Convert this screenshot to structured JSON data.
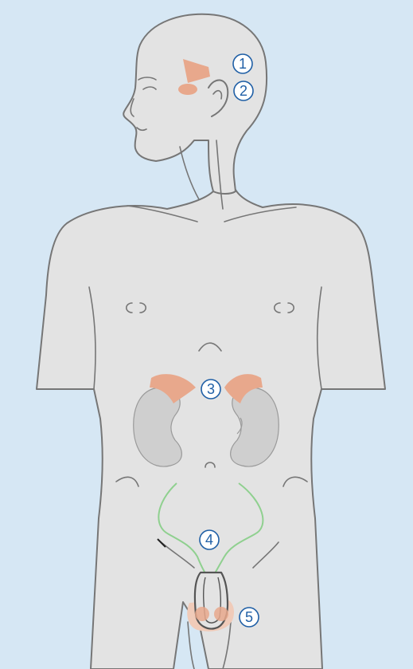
{
  "diagram": {
    "colors": {
      "background": "#d6e7f4",
      "body_fill": "#e3e3e3",
      "outline": "#767676",
      "gland": "#e8a88c",
      "kidney": "#cfcfcf",
      "duct": "#8fd08f",
      "marker": "#1f5fa6"
    },
    "markers": [
      {
        "id": "1",
        "label": "1",
        "organ": "hypothalamus"
      },
      {
        "id": "2",
        "label": "2",
        "organ": "pituitary-gland"
      },
      {
        "id": "3",
        "label": "3",
        "organ": "adrenal-glands"
      },
      {
        "id": "4",
        "label": "4",
        "organ": "seminal-ducts"
      },
      {
        "id": "5",
        "label": "5",
        "organ": "testes"
      }
    ]
  }
}
